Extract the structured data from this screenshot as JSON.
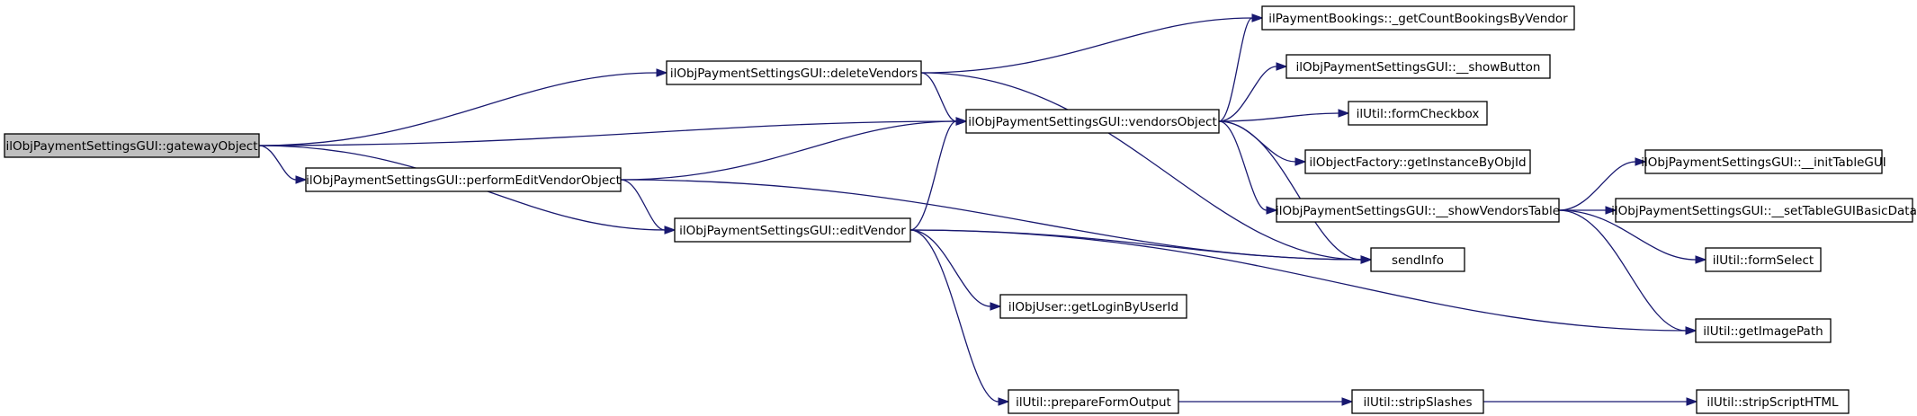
{
  "graph": {
    "nodes": [
      {
        "id": "gatewayObject",
        "label": "ilObjPaymentSettingsGUI::gatewayObject",
        "root": true
      },
      {
        "id": "deleteVendors",
        "label": "ilObjPaymentSettingsGUI::deleteVendors"
      },
      {
        "id": "performEditVendorObject",
        "label": "ilObjPaymentSettingsGUI::performEditVendorObject"
      },
      {
        "id": "editVendor",
        "label": "ilObjPaymentSettingsGUI::editVendor"
      },
      {
        "id": "vendorsObject",
        "label": "ilObjPaymentSettingsGUI::vendorsObject"
      },
      {
        "id": "getCountBookingsByVendor",
        "label": "ilPaymentBookings::_getCountBookingsByVendor"
      },
      {
        "id": "showButton",
        "label": "ilObjPaymentSettingsGUI::__showButton"
      },
      {
        "id": "formCheckbox",
        "label": "ilUtil::formCheckbox"
      },
      {
        "id": "getInstanceByObjId",
        "label": "ilObjectFactory::getInstanceByObjId"
      },
      {
        "id": "showVendorsTable",
        "label": "ilObjPaymentSettingsGUI::__showVendorsTable"
      },
      {
        "id": "sendInfo",
        "label": "sendInfo"
      },
      {
        "id": "getLoginByUserId",
        "label": "ilObjUser::getLoginByUserId"
      },
      {
        "id": "prepareFormOutput",
        "label": "ilUtil::prepareFormOutput"
      },
      {
        "id": "stripSlashes",
        "label": "ilUtil::stripSlashes"
      },
      {
        "id": "stripScriptHTML",
        "label": "ilUtil::stripScriptHTML"
      },
      {
        "id": "initTableGUI",
        "label": "ilObjPaymentSettingsGUI::__initTableGUI"
      },
      {
        "id": "setTableGUIBasicData",
        "label": "ilObjPaymentSettingsGUI::__setTableGUIBasicData"
      },
      {
        "id": "formSelect",
        "label": "ilUtil::formSelect"
      },
      {
        "id": "getImagePath",
        "label": "ilUtil::getImagePath"
      }
    ],
    "edges": [
      {
        "from": "gatewayObject",
        "to": "deleteVendors"
      },
      {
        "from": "gatewayObject",
        "to": "vendorsObject"
      },
      {
        "from": "gatewayObject",
        "to": "performEditVendorObject"
      },
      {
        "from": "gatewayObject",
        "to": "editVendor"
      },
      {
        "from": "deleteVendors",
        "to": "getCountBookingsByVendor"
      },
      {
        "from": "deleteVendors",
        "to": "vendorsObject"
      },
      {
        "from": "deleteVendors",
        "to": "sendInfo"
      },
      {
        "from": "performEditVendorObject",
        "to": "vendorsObject"
      },
      {
        "from": "performEditVendorObject",
        "to": "editVendor"
      },
      {
        "from": "performEditVendorObject",
        "to": "sendInfo"
      },
      {
        "from": "editVendor",
        "to": "vendorsObject"
      },
      {
        "from": "editVendor",
        "to": "sendInfo"
      },
      {
        "from": "editVendor",
        "to": "getLoginByUserId"
      },
      {
        "from": "editVendor",
        "to": "getImagePath"
      },
      {
        "from": "editVendor",
        "to": "prepareFormOutput"
      },
      {
        "from": "vendorsObject",
        "to": "getCountBookingsByVendor"
      },
      {
        "from": "vendorsObject",
        "to": "showButton"
      },
      {
        "from": "vendorsObject",
        "to": "formCheckbox"
      },
      {
        "from": "vendorsObject",
        "to": "getInstanceByObjId"
      },
      {
        "from": "vendorsObject",
        "to": "showVendorsTable"
      },
      {
        "from": "vendorsObject",
        "to": "sendInfo"
      },
      {
        "from": "showVendorsTable",
        "to": "initTableGUI"
      },
      {
        "from": "showVendorsTable",
        "to": "setTableGUIBasicData"
      },
      {
        "from": "showVendorsTable",
        "to": "formSelect"
      },
      {
        "from": "showVendorsTable",
        "to": "getImagePath"
      },
      {
        "from": "prepareFormOutput",
        "to": "stripSlashes"
      },
      {
        "from": "stripSlashes",
        "to": "stripScriptHTML"
      }
    ]
  }
}
